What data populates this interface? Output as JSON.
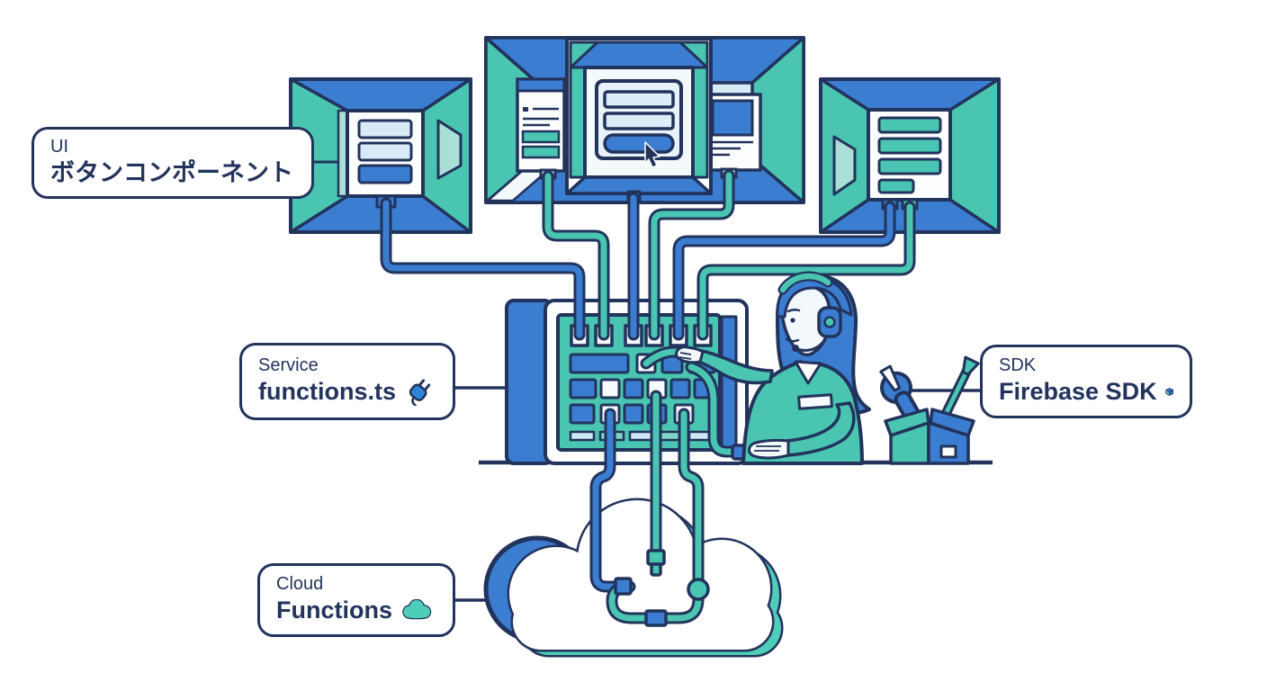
{
  "colors": {
    "outline_navy": "#22335c",
    "primary_blue": "#3b7ed1",
    "primary_teal": "#49c5b1",
    "light_teal": "#aadfd8",
    "light_blue": "#d9eaf6",
    "background": "#ffffff"
  },
  "callouts": {
    "ui": {
      "category": "UI",
      "title": "ボタンコンポーネント",
      "icon": "target-icon"
    },
    "service": {
      "category": "Service",
      "title": "functions.ts",
      "icon": "plug-icon"
    },
    "sdk": {
      "category": "SDK",
      "title": "Firebase SDK",
      "icon": "package-icon"
    },
    "cloud": {
      "category": "Cloud",
      "title": "Functions",
      "icon": "cloud-icon"
    }
  },
  "scene": {
    "screens": [
      "monitor-left",
      "browser-window-left",
      "app-monitor-center",
      "browser-window-right",
      "monitor-right"
    ],
    "components": [
      "switchboard-patch-panel",
      "operator-with-headset",
      "toolbox-with-tools",
      "cloud-with-plugs"
    ]
  }
}
